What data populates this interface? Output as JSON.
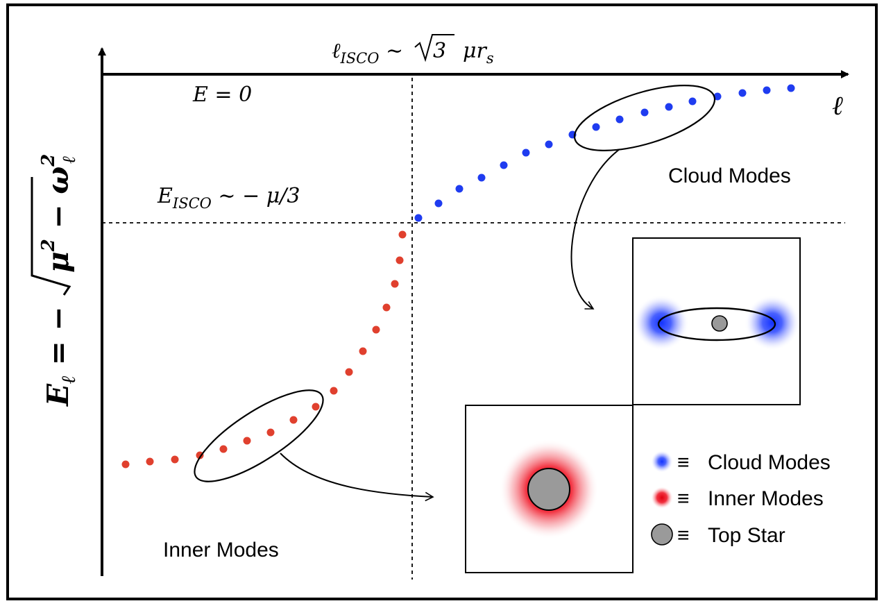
{
  "diagram": {
    "x_axis_label": "ℓ",
    "y_axis_label": "E_ℓ = − √(μ² − ω_ℓ²)",
    "zero_energy_label": "E = 0",
    "isco_ell_label": "ℓ_ISCO ∼ √3 μr_s",
    "isco_energy_label": "E_ISCO ∼ − μ/3",
    "cloud_modes_label": "Cloud Modes",
    "inner_modes_label": "Inner Modes",
    "colors": {
      "cloud": "#1f3cf0",
      "inner": "#e0402e",
      "star": "#9a9a9a",
      "line": "#000000"
    }
  },
  "legend": {
    "items": [
      {
        "symbol": "blue-glow-icon",
        "equiv": "≡",
        "label": "Cloud Modes"
      },
      {
        "symbol": "red-glow-icon",
        "equiv": "≡",
        "label": "Inner Modes"
      },
      {
        "symbol": "gray-disk-icon",
        "equiv": "≡",
        "label": "Top Star"
      }
    ]
  }
}
